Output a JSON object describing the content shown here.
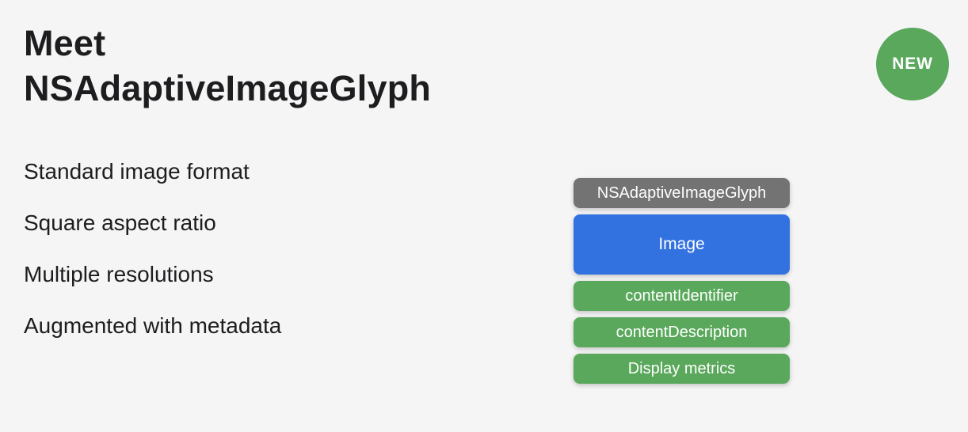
{
  "slide": {
    "title": {
      "line1": "Meet",
      "line2": "NSAdaptiveImageGlyph"
    },
    "badge": {
      "label": "NEW",
      "color": "#5aa85c"
    },
    "bullets": [
      {
        "label": "Standard image format"
      },
      {
        "label": "Square aspect ratio"
      },
      {
        "label": "Multiple resolutions"
      },
      {
        "label": "Augmented with metadata"
      }
    ],
    "diagram": {
      "boxes": [
        {
          "label": "NSAdaptiveImageGlyph",
          "color": "#737373"
        },
        {
          "label": "Image",
          "color": "#3272e0"
        },
        {
          "label": "contentIdentifier",
          "color": "#5aa85c"
        },
        {
          "label": "contentDescription",
          "color": "#5aa85c"
        },
        {
          "label": "Display metrics",
          "color": "#5aa85c"
        }
      ]
    },
    "colors": {
      "background": "#f5f5f6",
      "text": "#1d1d1f",
      "box_text": "#ffffff"
    }
  }
}
